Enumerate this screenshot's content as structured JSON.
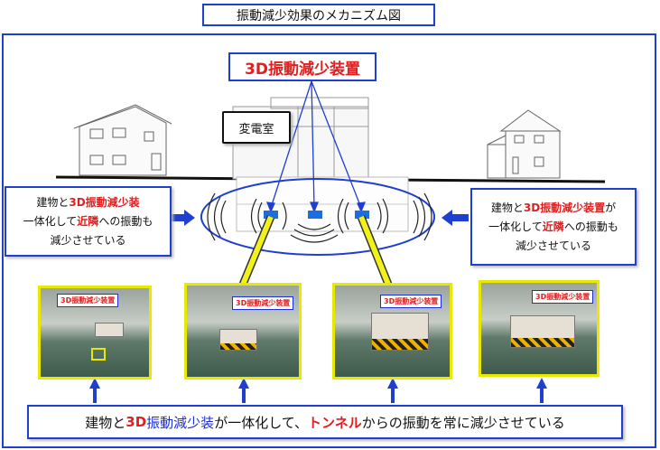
{
  "title": "振動減少効果のメカニズム図",
  "device_label": "3D振動減少装置",
  "substation_label": "変電室",
  "left_box": {
    "line1_a": "建物と",
    "line1_b": "3D振動減少装",
    "line2_a": "一体化して",
    "line2_b": "近隣",
    "line2_c": "への振動も",
    "line3": "減少させている"
  },
  "right_box": {
    "line1_a": "建物と",
    "line1_b": "3D振動減少装置",
    "line1_c": "が",
    "line2_a": "一体化して",
    "line2_b": "近隣",
    "line2_c": "への振動も",
    "line3": "減少させている"
  },
  "photos": [
    {
      "label": "3D振動減少装置"
    },
    {
      "label": "3D振動減少装置"
    },
    {
      "label": "3D振動減少装置"
    },
    {
      "label": "3D振動減少装置"
    }
  ],
  "bottom": {
    "a": "建物と",
    "b": "3D",
    "c": "振動減少装",
    "d": "が一体化して、",
    "e": "トンネル",
    "f": "からの振動を常に減少させている"
  },
  "colors": {
    "frame": "#1e3fd0",
    "highlight_red": "#e02020",
    "photo_border": "#e8e800",
    "beam": "#f2f21a"
  }
}
